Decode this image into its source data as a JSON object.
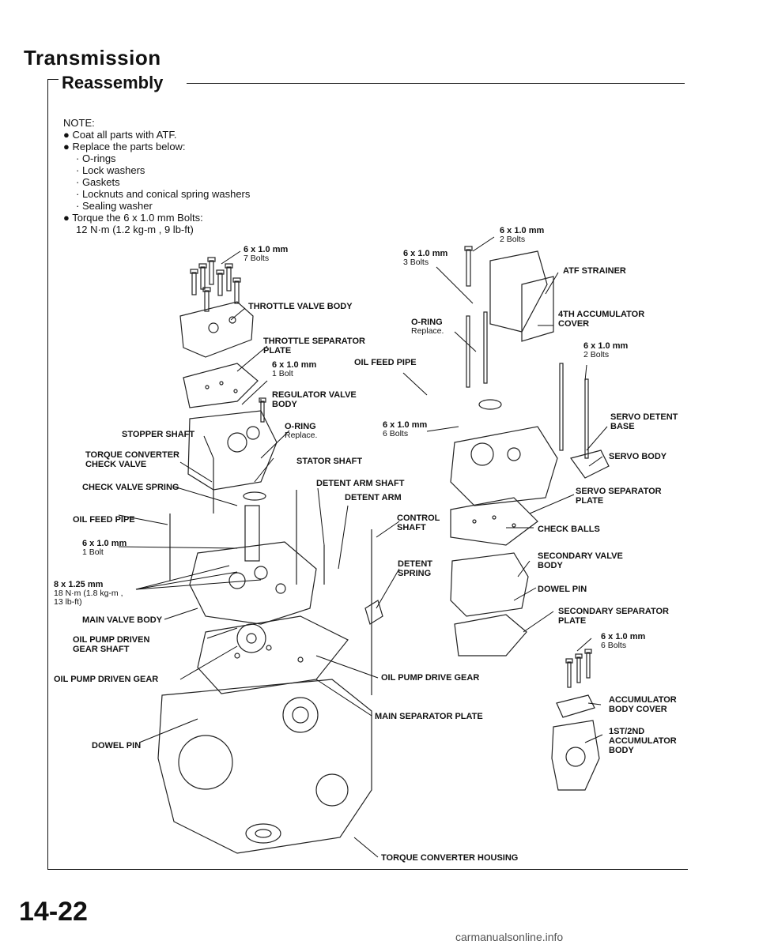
{
  "header": {
    "title": "Transmission",
    "subtitle": "Reassembly"
  },
  "note": {
    "heading": "NOTE:",
    "bullet1": "● Coat all parts with ATF.",
    "bullet2": "● Replace the parts below:",
    "sub1": "· O-rings",
    "sub2": "· Lock washers",
    "sub3": "· Gaskets",
    "sub4": "· Locknuts and conical spring washers",
    "sub5": "· Sealing washer",
    "bullet3": "● Torque the 6 x 1.0 mm Bolts:",
    "torque": "12 N·m (1.2 kg-m , 9 lb-ft)"
  },
  "labels": {
    "bolt7_size": "6 x 1.0 mm",
    "bolt7_count": "7 Bolts",
    "bolt3_size": "6 x 1.0 mm",
    "bolt3_count": "3 Bolts",
    "bolt2a_size": "6 x 1.0 mm",
    "bolt2a_count": "2 Bolts",
    "atf_strainer": "ATF STRAINER",
    "throttle_valve_body": "THROTTLE VALVE BODY",
    "oring_a": "O-RING",
    "oring_a_note": "Replace.",
    "accum4_line1": "4TH ACCUMULATOR",
    "accum4_line2": "COVER",
    "throttle_sep_line1": "THROTTLE SEPARATOR",
    "throttle_sep_line2": "PLATE",
    "bolt2b_size": "6 x 1.0 mm",
    "bolt2b_count": "2 Bolts",
    "bolt1a_size": "6 x 1.0 mm",
    "bolt1a_count": "1 Bolt",
    "oil_feed_pipe_a": "OIL FEED PIPE",
    "regulator_line1": "REGULATOR VALVE",
    "regulator_line2": "BODY",
    "stopper_shaft": "STOPPER SHAFT",
    "oring_b": "O-RING",
    "oring_b_note": "Replace.",
    "bolt6a_size": "6 x 1.0 mm",
    "bolt6a_count": "6 Bolts",
    "servo_detent_line1": "SERVO DETENT",
    "servo_detent_line2": "BASE",
    "tcv_line1": "TORQUE CONVERTER",
    "tcv_line2": "CHECK VALVE",
    "stator_shaft": "STATOR SHAFT",
    "servo_body": "SERVO BODY",
    "check_valve_spring": "CHECK VALVE SPRING",
    "detent_arm_shaft": "DETENT ARM SHAFT",
    "detent_arm": "DETENT ARM",
    "servo_sep_line1": "SERVO SEPARATOR",
    "servo_sep_line2": "PLATE",
    "oil_feed_pipe_b": "OIL FEED PIPE",
    "control_line1": "CONTROL",
    "control_line2": "SHAFT",
    "check_balls": "CHECK BALLS",
    "bolt1b_size": "6 x 1.0 mm",
    "bolt1b_count": "1 Bolt",
    "secondary_valve_line1": "SECONDARY VALVE",
    "secondary_valve_line2": "BODY",
    "bolt8_size": "8 x 1.25 mm",
    "bolt8_torque1": "18 N·m (1.8 kg-m ,",
    "bolt8_torque2": "13 lb-ft)",
    "detent_spring_line1": "DETENT",
    "detent_spring_line2": "SPRING",
    "dowel_pin_a": "DOWEL PIN",
    "main_valve_body": "MAIN VALVE BODY",
    "secondary_sep_line1": "SECONDARY SEPARATOR",
    "secondary_sep_line2": "PLATE",
    "pump_driven_shaft_line1": "OIL PUMP DRIVEN",
    "pump_driven_shaft_line2": "GEAR SHAFT",
    "bolt6b_size": "6 x 1.0 mm",
    "bolt6b_count": "6 Bolts",
    "pump_driven_gear": "OIL PUMP DRIVEN GEAR",
    "pump_drive_gear": "OIL PUMP DRIVE GEAR",
    "accum_cover_line1": "ACCUMULATOR",
    "accum_cover_line2": "BODY COVER",
    "main_sep_plate": "MAIN SEPARATOR PLATE",
    "accum12_line1": "1ST/2ND",
    "accum12_line2": "ACCUMULATOR",
    "accum12_line3": "BODY",
    "dowel_pin_b": "DOWEL PIN",
    "tc_housing": "TORQUE CONVERTER HOUSING"
  },
  "footer": {
    "page_number": "14-22",
    "watermark": "carmanualsonline.info"
  }
}
